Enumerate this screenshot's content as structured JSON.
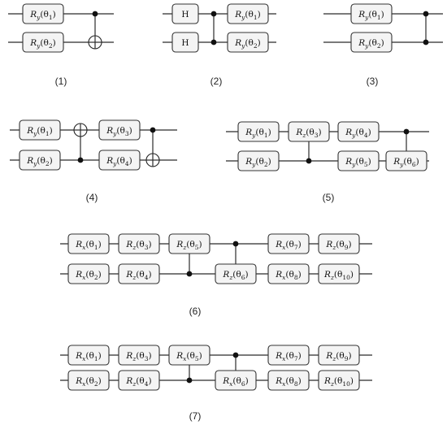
{
  "circuits": [
    {
      "label": "(1)",
      "gates": [
        {
          "text": "R",
          "sub": "y",
          "arg": "(θ",
          "argsub": "1",
          "close": ")"
        },
        {
          "text": "R",
          "sub": "y",
          "arg": "(θ",
          "argsub": "2",
          "close": ")"
        }
      ],
      "entangler": "CNOT"
    },
    {
      "label": "(2)",
      "gates": [
        {
          "text": "H"
        },
        {
          "text": "H"
        },
        {
          "text": "R",
          "sub": "y",
          "arg": "(θ",
          "argsub": "1",
          "close": ")"
        },
        {
          "text": "R",
          "sub": "y",
          "arg": "(θ",
          "argsub": "2",
          "close": ")"
        }
      ],
      "entangler": "CZ"
    },
    {
      "label": "(3)",
      "gates": [
        {
          "text": "R",
          "sub": "y",
          "arg": "(θ",
          "argsub": "1",
          "close": ")"
        },
        {
          "text": "R",
          "sub": "y",
          "arg": "(θ",
          "argsub": "2",
          "close": ")"
        }
      ],
      "entangler": "CZ"
    },
    {
      "label": "(4)",
      "gates": [
        {
          "text": "R",
          "sub": "y",
          "arg": "(θ",
          "argsub": "1",
          "close": ")"
        },
        {
          "text": "R",
          "sub": "y",
          "arg": "(θ",
          "argsub": "2",
          "close": ")"
        },
        {
          "text": "R",
          "sub": "y",
          "arg": "(θ",
          "argsub": "3",
          "close": ")"
        },
        {
          "text": "R",
          "sub": "y",
          "arg": "(θ",
          "argsub": "4",
          "close": ")"
        }
      ],
      "entangler": "CNOT"
    },
    {
      "label": "(5)",
      "gates": [
        {
          "text": "R",
          "sub": "y",
          "arg": "(θ",
          "argsub": "1",
          "close": ")"
        },
        {
          "text": "R",
          "sub": "y",
          "arg": "(θ",
          "argsub": "2",
          "close": ")"
        },
        {
          "text": "R",
          "sub": "z",
          "arg": "(θ",
          "argsub": "3",
          "close": ")"
        },
        {
          "text": "R",
          "sub": "y",
          "arg": "(θ",
          "argsub": "4",
          "close": ")"
        },
        {
          "text": "R",
          "sub": "y",
          "arg": "(θ",
          "argsub": "5",
          "close": ")"
        },
        {
          "text": "R",
          "sub": "y",
          "arg": "(θ",
          "argsub": "6",
          "close": ")"
        }
      ],
      "entangler": "controlled-rotation"
    },
    {
      "label": "(6)",
      "gates": [
        {
          "text": "R",
          "sub": "x",
          "arg": "(θ",
          "argsub": "1",
          "close": ")"
        },
        {
          "text": "R",
          "sub": "x",
          "arg": "(θ",
          "argsub": "2",
          "close": ")"
        },
        {
          "text": "R",
          "sub": "z",
          "arg": "(θ",
          "argsub": "3",
          "close": ")"
        },
        {
          "text": "R",
          "sub": "z",
          "arg": "(θ",
          "argsub": "4",
          "close": ")"
        },
        {
          "text": "R",
          "sub": "z",
          "arg": "(θ",
          "argsub": "5",
          "close": ")"
        },
        {
          "text": "R",
          "sub": "z",
          "arg": "(θ",
          "argsub": "6",
          "close": ")"
        },
        {
          "text": "R",
          "sub": "x",
          "arg": "(θ",
          "argsub": "7",
          "close": ")"
        },
        {
          "text": "R",
          "sub": "x",
          "arg": "(θ",
          "argsub": "8",
          "close": ")"
        },
        {
          "text": "R",
          "sub": "z",
          "arg": "(θ",
          "argsub": "9",
          "close": ")"
        },
        {
          "text": "R",
          "sub": "z",
          "arg": "(θ",
          "argsub": "10",
          "close": ")"
        }
      ],
      "entangler": "controlled-rotation"
    },
    {
      "label": "(7)",
      "gates": [
        {
          "text": "R",
          "sub": "x",
          "arg": "(θ",
          "argsub": "1",
          "close": ")"
        },
        {
          "text": "R",
          "sub": "x",
          "arg": "(θ",
          "argsub": "2",
          "close": ")"
        },
        {
          "text": "R",
          "sub": "z",
          "arg": "(θ",
          "argsub": "3",
          "close": ")"
        },
        {
          "text": "R",
          "sub": "z",
          "arg": "(θ",
          "argsub": "4",
          "close": ")"
        },
        {
          "text": "R",
          "sub": "x",
          "arg": "(θ",
          "argsub": "5",
          "close": ")"
        },
        {
          "text": "R",
          "sub": "x",
          "arg": "(θ",
          "argsub": "6",
          "close": ")"
        },
        {
          "text": "R",
          "sub": "x",
          "arg": "(θ",
          "argsub": "7",
          "close": ")"
        },
        {
          "text": "R",
          "sub": "x",
          "arg": "(θ",
          "argsub": "8",
          "close": ")"
        },
        {
          "text": "R",
          "sub": "z",
          "arg": "(θ",
          "argsub": "9",
          "close": ")"
        },
        {
          "text": "R",
          "sub": "z",
          "arg": "(θ",
          "argsub": "10",
          "close": ")"
        }
      ],
      "entangler": "controlled-rotation"
    }
  ]
}
